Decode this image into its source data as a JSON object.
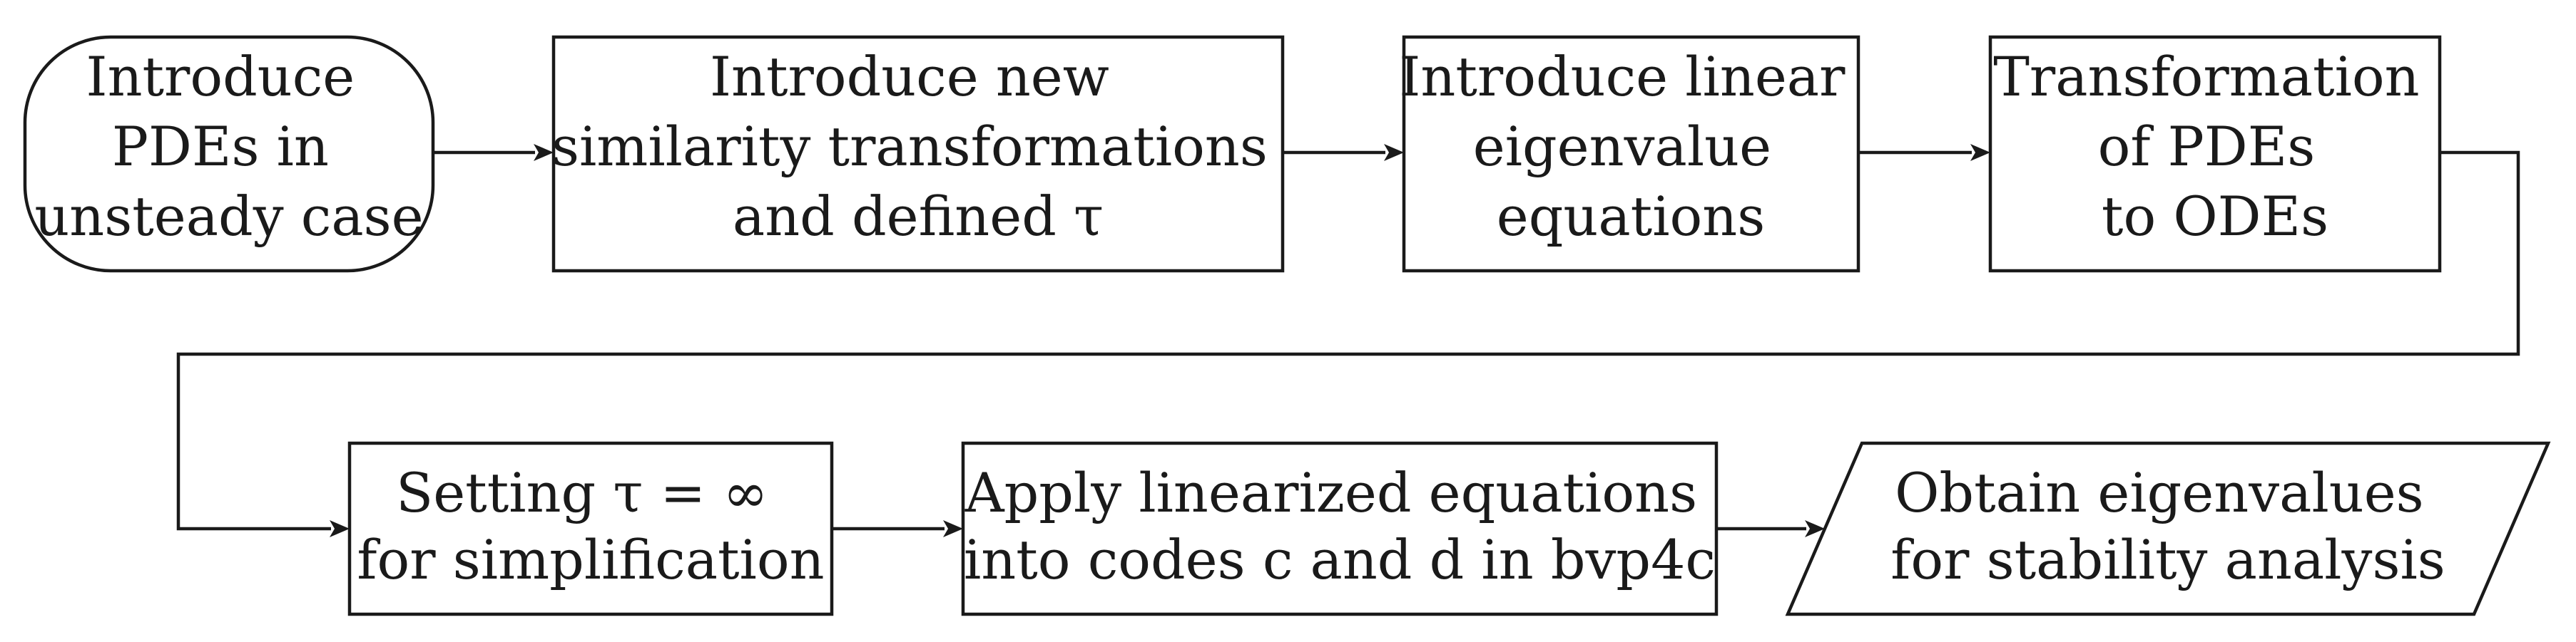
{
  "nodes": {
    "start": {
      "lines": [
        "Introduce",
        "PDEs in",
        "unsteady case"
      ]
    },
    "similarity": {
      "lines": [
        "Introduce new",
        "similarity transformations",
        "and defined τ"
      ]
    },
    "eigen": {
      "lines": [
        "Introduce linear",
        "eigenvalue",
        "equations"
      ]
    },
    "transform": {
      "lines": [
        "Transformation",
        "of PDEs",
        "to ODEs"
      ]
    },
    "setting": {
      "lines": [
        "Setting τ = ∞",
        "for simplification"
      ]
    },
    "apply": {
      "lines": [
        "Apply linearized equations",
        "into codes c and d in bvp4c"
      ]
    },
    "obtain": {
      "lines": [
        "Obtain eigenvalues",
        "for stability analysis"
      ]
    }
  },
  "edges": [
    {
      "from": "start",
      "to": "similarity"
    },
    {
      "from": "similarity",
      "to": "eigen"
    },
    {
      "from": "eigen",
      "to": "transform"
    },
    {
      "from": "transform",
      "to": "setting"
    },
    {
      "from": "setting",
      "to": "apply"
    },
    {
      "from": "apply",
      "to": "obtain"
    }
  ]
}
